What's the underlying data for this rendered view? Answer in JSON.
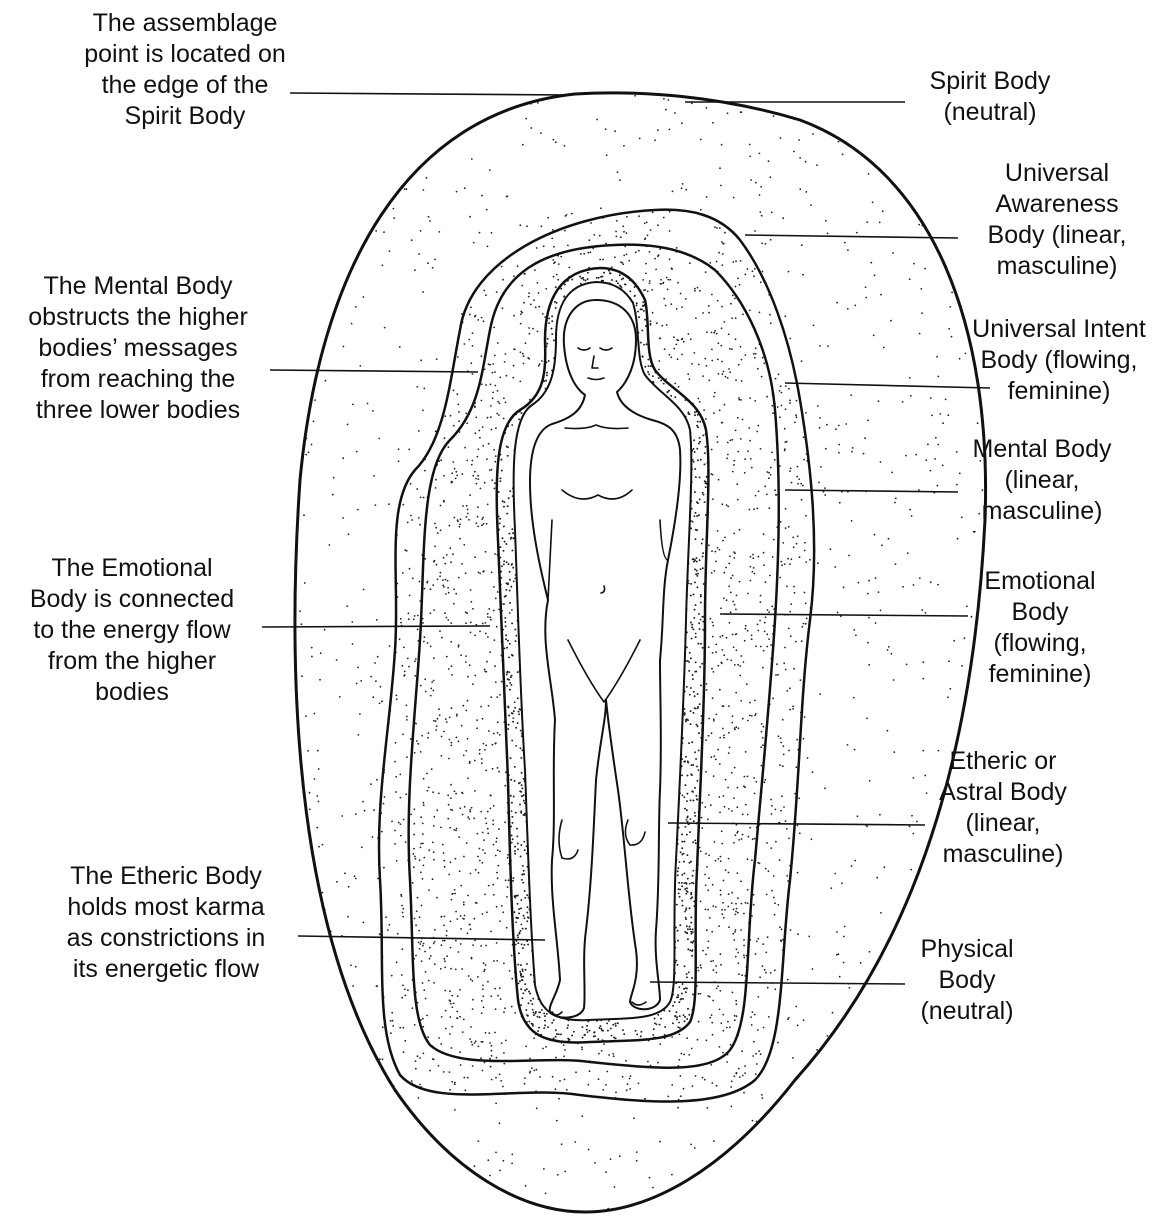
{
  "colors": {
    "ink": "#111111",
    "background": "#ffffff",
    "stipple": "#222222"
  },
  "labels": {
    "left": {
      "assemblage": [
        "The assemblage",
        "point is located on",
        "the edge of the",
        "Spirit Body"
      ],
      "mental_obstructs": [
        "The Mental Body",
        "obstructs the higher",
        "bodies’ messages",
        "from reaching the",
        "three lower bodies"
      ],
      "emotional_connected": [
        "The Emotional",
        "Body is connected",
        "to the energy flow",
        "from the higher",
        "bodies"
      ],
      "etheric_karma": [
        "The Etheric Body",
        "holds most karma",
        "as constrictions in",
        "its energetic flow"
      ]
    },
    "right": {
      "spirit": [
        "Spirit Body",
        "(neutral)"
      ],
      "universal_awareness": [
        "Universal",
        "Awareness",
        "Body (linear,",
        "masculine)"
      ],
      "universal_intent": [
        "Universal Intent",
        "Body (flowing,",
        "feminine)"
      ],
      "mental": [
        "Mental Body",
        "(linear,",
        "masculine)"
      ],
      "emotional": [
        "Emotional",
        "Body",
        "(flowing,",
        "feminine)"
      ],
      "etheric": [
        "Etheric or",
        "Astral Body",
        "(linear,",
        "masculine)"
      ],
      "physical": [
        "Physical",
        "Body",
        "(neutral)"
      ]
    }
  }
}
